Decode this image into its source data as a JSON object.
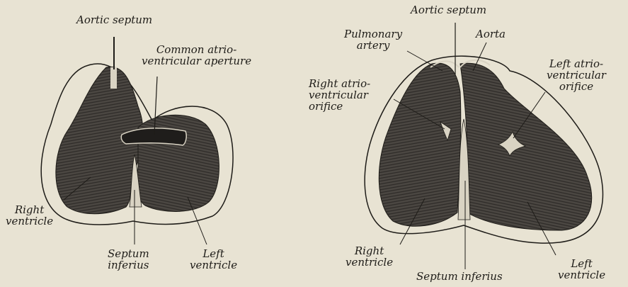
{
  "colors": {
    "paper": "#e8e3d3",
    "ink": "#1e1c18",
    "tissue": "#4b4742",
    "tissue_dark": "#2e2b28",
    "highlight": "#d9d3c3"
  },
  "figure_left": {
    "labels": {
      "aortic_septum": "Aortic septum",
      "common_av_aperture": [
        "Common atrio-",
        "ventricular aperture"
      ],
      "right_ventricle": [
        "Right",
        "ventricle"
      ],
      "septum_inferius": [
        "Septum",
        "inferius"
      ],
      "left_ventricle": [
        "Left",
        "ventricle"
      ]
    }
  },
  "figure_right": {
    "labels": {
      "aortic_septum": "Aortic septum",
      "pulmonary_artery": [
        "Pulmonary",
        "artery"
      ],
      "aorta": "Aorta",
      "left_av_orifice": [
        "Left atrio-",
        "ventricular",
        "orifice"
      ],
      "right_av_orifice": [
        "Right atrio-",
        "ventricular",
        "orifice"
      ],
      "right_ventricle": [
        "Right",
        "ventricle"
      ],
      "septum_inferius": "Septum inferius",
      "left_ventricle": [
        "Left",
        "ventricle"
      ]
    }
  }
}
